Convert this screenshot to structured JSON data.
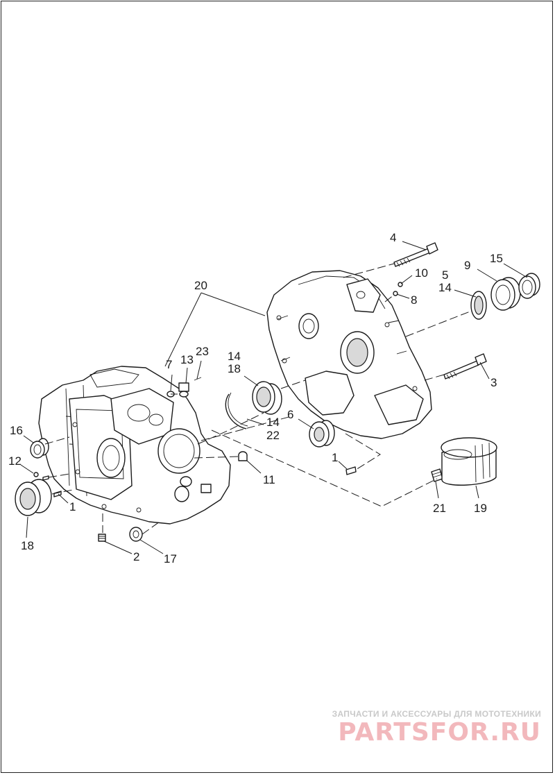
{
  "callouts": [
    {
      "id": "c1a",
      "text": "1"
    },
    {
      "id": "c1b",
      "text": "1"
    },
    {
      "id": "c2",
      "text": "2"
    },
    {
      "id": "c3",
      "text": "3"
    },
    {
      "id": "c4",
      "text": "4"
    },
    {
      "id": "c5",
      "text": "5"
    },
    {
      "id": "c6",
      "text": "6"
    },
    {
      "id": "c7",
      "text": "7"
    },
    {
      "id": "c8",
      "text": "8"
    },
    {
      "id": "c9",
      "text": "9"
    },
    {
      "id": "c10",
      "text": "10"
    },
    {
      "id": "c11",
      "text": "11"
    },
    {
      "id": "c12",
      "text": "12"
    },
    {
      "id": "c13",
      "text": "13"
    },
    {
      "id": "c14a",
      "text": "14"
    },
    {
      "id": "c14b",
      "text": "14"
    },
    {
      "id": "c14c",
      "text": "14"
    },
    {
      "id": "c15",
      "text": "15"
    },
    {
      "id": "c16",
      "text": "16"
    },
    {
      "id": "c17",
      "text": "17"
    },
    {
      "id": "c18a",
      "text": "18"
    },
    {
      "id": "c18b",
      "text": "18"
    },
    {
      "id": "c19",
      "text": "19"
    },
    {
      "id": "c20",
      "text": "20"
    },
    {
      "id": "c21",
      "text": "21"
    },
    {
      "id": "c22",
      "text": "22"
    },
    {
      "id": "c23",
      "text": "23"
    }
  ],
  "watermark": {
    "subtitle": "ЗАПЧАСТИ И АКСЕССУАРЫ ДЛЯ МОТОТЕХНИКИ",
    "brand": "PARTSFOR.RU"
  }
}
